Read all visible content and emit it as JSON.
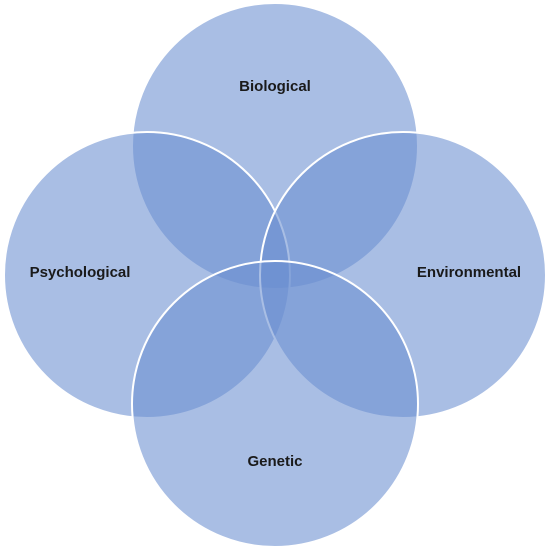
{
  "diagram": {
    "type": "venn",
    "fill_color": "#6b8fd1",
    "stroke_color": "#ffffff",
    "sets": [
      {
        "id": "top",
        "label": "Biological"
      },
      {
        "id": "left",
        "label": "Psychological"
      },
      {
        "id": "right",
        "label": "Environmental"
      },
      {
        "id": "bottom",
        "label": "Genetic"
      }
    ]
  }
}
